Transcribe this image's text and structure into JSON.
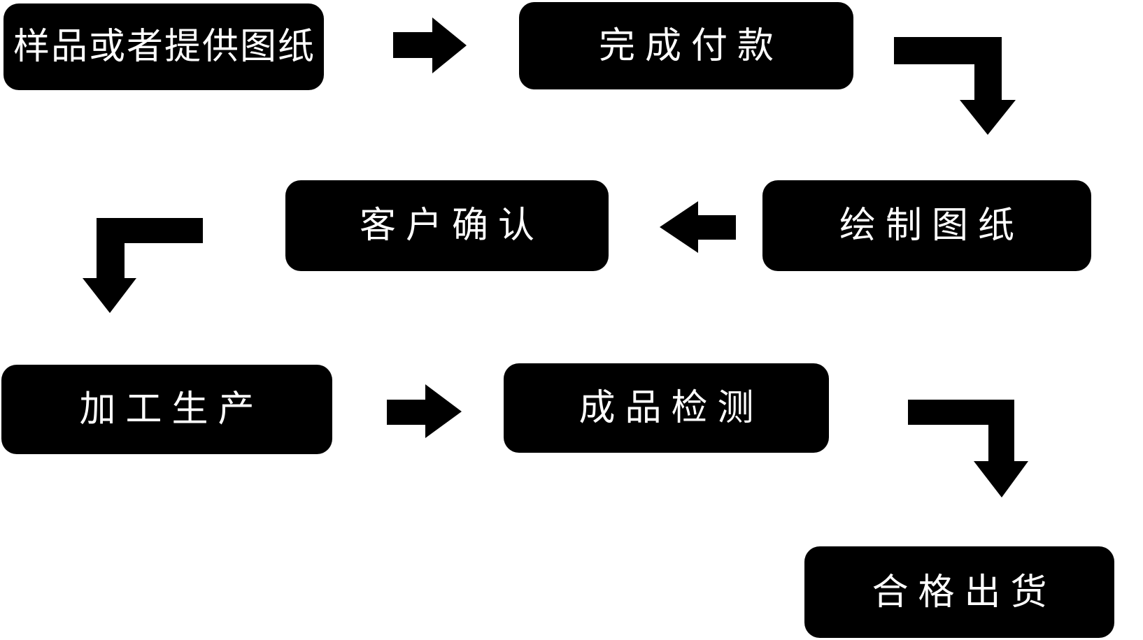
{
  "diagram": {
    "type": "flowchart",
    "background_color": "#ffffff",
    "node_color": "#000000",
    "text_color": "#ffffff",
    "arrow_color": "#000000",
    "nodes": [
      {
        "id": "sample",
        "label": "样品或者提供图纸"
      },
      {
        "id": "payment",
        "label": "完成付款"
      },
      {
        "id": "draw",
        "label": "绘制图纸"
      },
      {
        "id": "confirm",
        "label": "客户确认"
      },
      {
        "id": "produce",
        "label": "加工生产"
      },
      {
        "id": "inspect",
        "label": "成品检测"
      },
      {
        "id": "ship",
        "label": "合格出货"
      }
    ],
    "edges": [
      {
        "from": "sample",
        "to": "payment",
        "shape": "straight-right"
      },
      {
        "from": "payment",
        "to": "draw",
        "shape": "elbow-right-down"
      },
      {
        "from": "draw",
        "to": "confirm",
        "shape": "straight-left"
      },
      {
        "from": "confirm",
        "to": "produce",
        "shape": "elbow-left-down"
      },
      {
        "from": "produce",
        "to": "inspect",
        "shape": "straight-right"
      },
      {
        "from": "inspect",
        "to": "ship",
        "shape": "elbow-right-down"
      }
    ]
  }
}
